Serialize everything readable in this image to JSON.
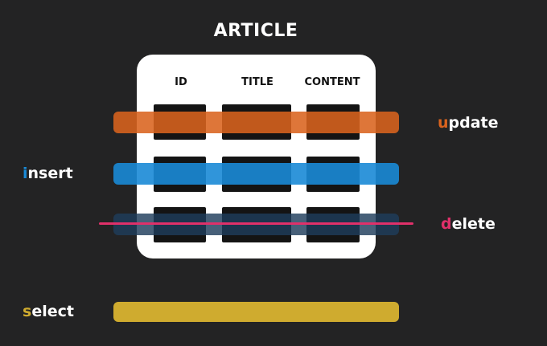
{
  "title": "ARTICLE",
  "columns": [
    "ID",
    "TITLE",
    "CONTENT"
  ],
  "colors": {
    "update": "#d9631e",
    "insert": "#1a8ad6",
    "delete": "#1e3d5c",
    "delete_line": "#e0306a",
    "select": "#cfab2f"
  },
  "operations": {
    "update": {
      "first": "u",
      "rest": "pdate"
    },
    "insert": {
      "first": "i",
      "rest": "nsert"
    },
    "delete": {
      "first": "d",
      "rest": "elete"
    },
    "select": {
      "first": "s",
      "rest": "elect"
    }
  }
}
